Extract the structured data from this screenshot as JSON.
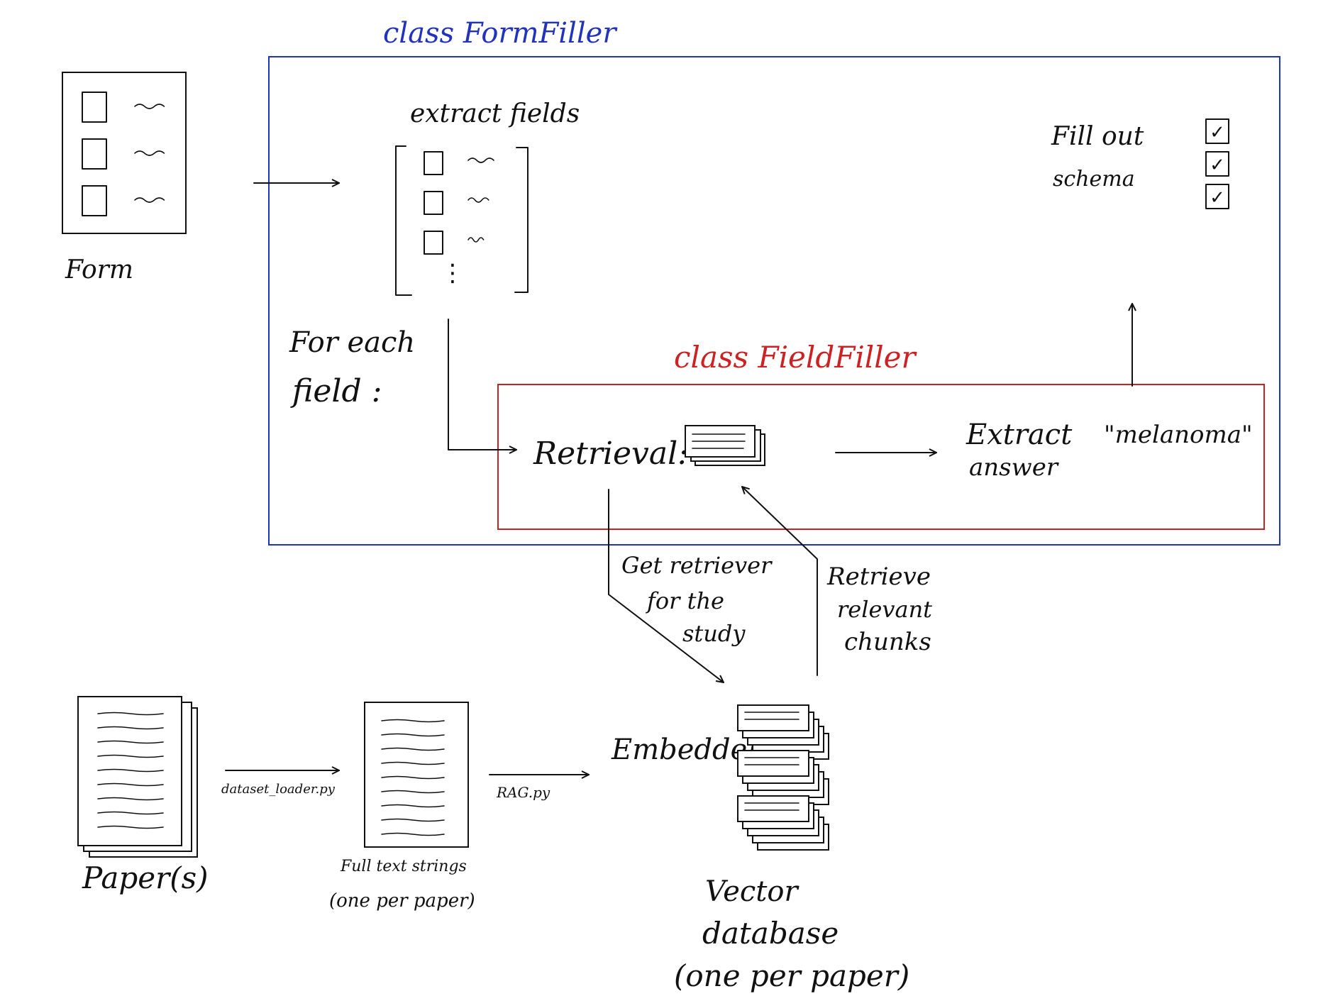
{
  "colors": {
    "ink": "#111111",
    "formfiller": "#2233bb",
    "fieldfiller": "#cc2222",
    "background": "#ffffff"
  },
  "form_filler": {
    "title": "class FormFiller"
  },
  "field_filler": {
    "title": "class FieldFiller"
  },
  "form": {
    "label": "Form",
    "checkbox_count": 3
  },
  "extract_fields": {
    "label": "extract fields",
    "checkbox_count": 3,
    "ellipsis": "⋮"
  },
  "for_each": {
    "line1": "For each",
    "line2": "field :"
  },
  "fill_schema": {
    "line1": "Fill out",
    "line2": "schema",
    "check_mark": "✓",
    "checked_count": 3
  },
  "retrieval": {
    "label": "Retrieval:"
  },
  "extract_answer": {
    "line1": "Extract",
    "line2": "answer",
    "example": "\"melanoma\""
  },
  "get_retriever": {
    "line1": "Get retriever",
    "line2": "for the",
    "line3": "study"
  },
  "retrieve_relevant": {
    "line1": "Retrieve",
    "line2": "relevant",
    "line3": "chunks"
  },
  "papers": {
    "label": "Paper(s)"
  },
  "dataset_loader": {
    "label": "dataset_loader.py"
  },
  "full_text": {
    "line1": "Full text strings",
    "line2": "(one per paper)"
  },
  "rag": {
    "label": "RAG.py"
  },
  "embedder": {
    "label": "Embedder"
  },
  "vector_db": {
    "line1": "Vector",
    "line2": "database",
    "line3": "(one per paper)"
  }
}
